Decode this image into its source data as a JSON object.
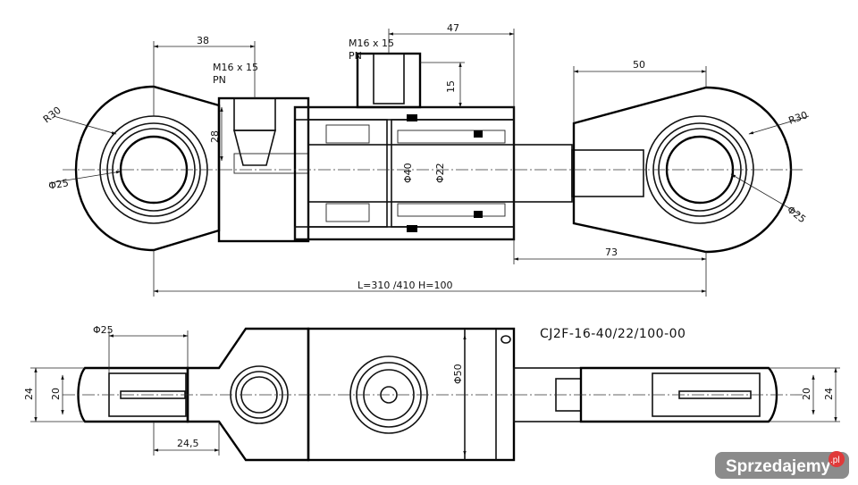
{
  "drawing": {
    "part_code": "CJ2F-16-40/22/100-00",
    "top_view": {
      "dim_38": "38",
      "dim_47": "47",
      "dim_50": "50",
      "dim_73": "73",
      "dim_15": "15",
      "dim_28": "28",
      "port_left_line1": "M16 x 15",
      "port_left_line2": "PN",
      "port_top_line1": "M16 x 15",
      "port_top_line2": "PN",
      "radius_left": "R30",
      "radius_right": "R30",
      "dia_left": "Φ25",
      "dia_right": "Φ25",
      "dia_40": "Φ40",
      "dia_22": "Φ22",
      "length_label": "L=310 /410    H=100"
    },
    "bottom_view": {
      "dia_25": "Φ25",
      "dia_50": "Φ50",
      "dim_24_left": "24",
      "dim_20_left": "20",
      "dim_20_right": "20",
      "dim_24_right": "24",
      "dim_24_5": "24,5"
    }
  },
  "watermark": {
    "brand": "Sprzedajemy",
    "suffix": ".pl"
  }
}
